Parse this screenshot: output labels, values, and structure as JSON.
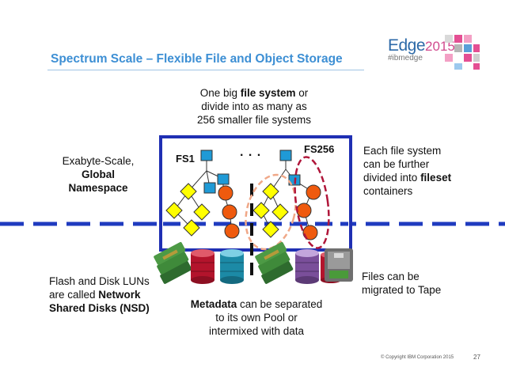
{
  "slide": {
    "title": "Spectrum Scale – Flexible File and Object Storage",
    "logo": {
      "brand": "Edge",
      "year": "2015",
      "hashtag": "#ibmedge"
    },
    "copyright": "© Copyright IBM Corporation 2015",
    "page_number": "27"
  },
  "diagram": {
    "top_text": {
      "line1_pre": "One big ",
      "line1_bold": "file system",
      "line1_post": " or",
      "line2": "divide into as many as",
      "line3": "256 smaller file systems"
    },
    "left_text": {
      "line1": "Exabyte-Scale,",
      "line2": "Global",
      "line3": "Namespace"
    },
    "right_text": {
      "line1": "Each file system",
      "line2": "can be further",
      "line3_pre": "divided into ",
      "line3_bold": "fileset",
      "line4": "containers"
    },
    "fs1_label": "FS1",
    "fs256_label": "FS256",
    "ellipsis": ". . .",
    "nsd_text": {
      "line1": "Flash and Disk LUNs",
      "line2_pre": "are called ",
      "line2_bold": "Network",
      "line3": "Shared Disks (NSD)"
    },
    "metadata_text": {
      "line1_bold": "Metadata",
      "line1_post": " can be separated",
      "line2": "to its own Pool or",
      "line3": "intermixed with data"
    },
    "tape_text": {
      "line1": "Files can be",
      "line2": "migrated to Tape"
    },
    "colors": {
      "title": "#3d8fd4",
      "box_border": "#1f2fb3",
      "dash_line": "#1f3bbf",
      "file_node": "#ffff00",
      "dir_node": "#1f9ad6",
      "fileset_node": "#ef5a0e",
      "fileset_outline": "#b0163a"
    },
    "icons": [
      "flash-module-icon",
      "disk-cylinder-icon",
      "tape-cartridge-icon"
    ]
  }
}
